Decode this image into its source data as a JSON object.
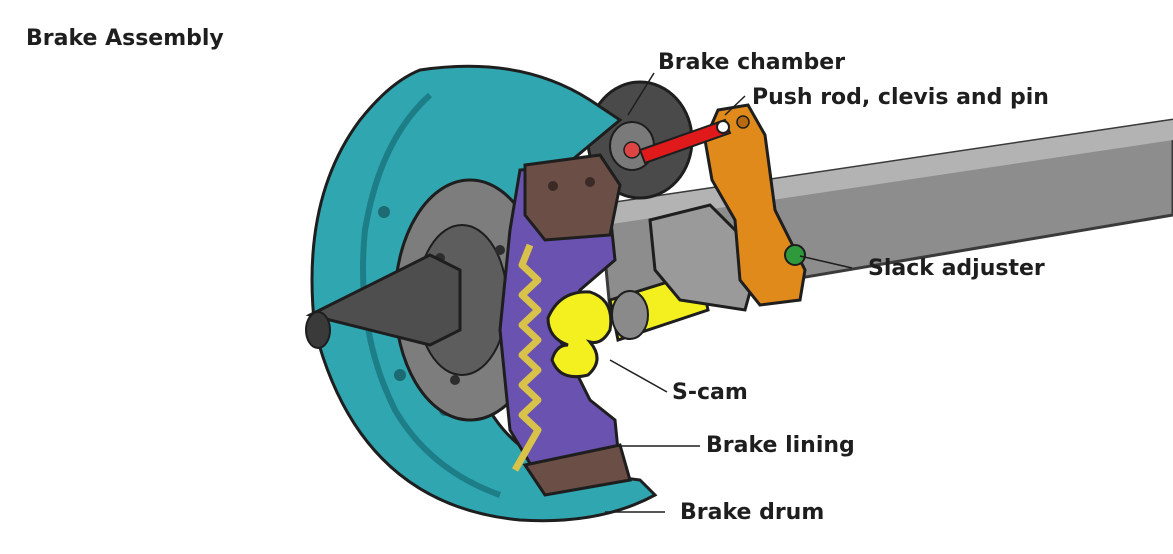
{
  "title": "Brake Assembly",
  "labels": {
    "brake_chamber": "Brake chamber",
    "push_rod": "Push rod, clevis and pin",
    "slack_adjuster": "Slack adjuster",
    "s_cam": "S-cam",
    "brake_lining": "Brake lining",
    "brake_drum": "Brake drum"
  },
  "colors": {
    "drum": "#2fa6b0",
    "drum_dark": "#1d7e88",
    "shoe": "#6a52b0",
    "axle": "#8a8a8a",
    "scam": "#f4ef1e",
    "adjuster": "#e08a1c",
    "pushrod": "#e01a1a",
    "lining": "#6b4e45"
  }
}
